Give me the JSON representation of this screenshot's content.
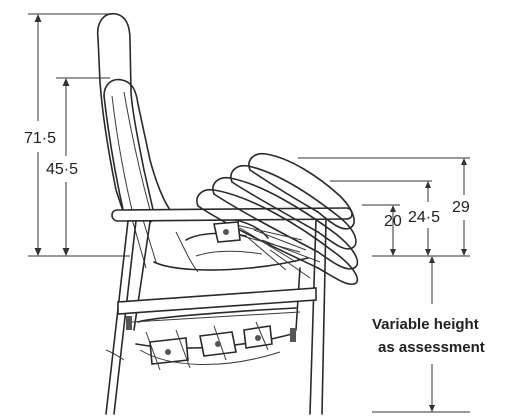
{
  "dimensions": {
    "back_height": "71·5",
    "seat_to_head": "45·5",
    "footrest_low": "20",
    "footrest_mid": "24·5",
    "footrest_high": "29"
  },
  "note": {
    "line1": "Variable height",
    "line2": "as assessment"
  },
  "colors": {
    "ink": "#2a2a2a",
    "background": "#ffffff"
  }
}
